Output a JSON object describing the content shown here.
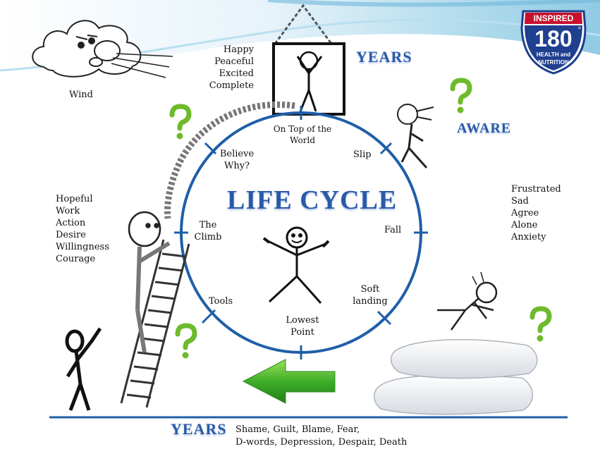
{
  "title": "LIFE CYCLE",
  "years_top": "YEARS",
  "years_bottom": "YEARS",
  "aware": "AWARE",
  "wind": "Wind",
  "top_state": [
    "Happy",
    "Peaceful",
    "Excited",
    "Complete"
  ],
  "left_state": [
    "Hopeful",
    "Work",
    "Action",
    "Desire",
    "Willingness",
    "Courage"
  ],
  "right_state": [
    "Frustrated",
    "Sad",
    "Agree",
    "Alone",
    "Anxiety"
  ],
  "bottom_state_line1": "Shame, Guilt, Blame, Fear,",
  "bottom_state_line2": "D-words, Depression, Despair, Death",
  "cycle": {
    "top": "On Top of the World",
    "believe": "Believe Why?",
    "slip": "Slip",
    "climb": "The Climb",
    "fall": "Fall",
    "tools": "Tools",
    "soft_landing": "Soft landing",
    "lowest": "Lowest Point"
  },
  "logo": {
    "top": "INSPIRED",
    "number": "180",
    "line1": "HEALTH and",
    "line2": "NUTRITION",
    "degree": "°"
  },
  "colors": {
    "circle": "#1f5fa8",
    "question": "#6dbb2a",
    "arrow": "#3fae2a",
    "logo_red": "#c8102e",
    "logo_blue": "#1f3f8f"
  }
}
